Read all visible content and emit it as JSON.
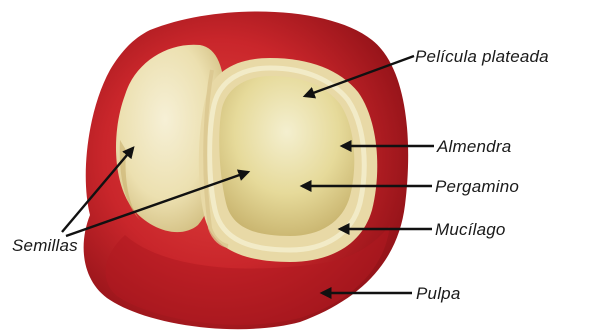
{
  "diagram": {
    "subject": "coffee cherry cross-section",
    "labels": {
      "pelicula": "Película plateada",
      "almendra": "Almendra",
      "pergamino": "Pergamino",
      "mucilago": "Mucílago",
      "pulpa": "Pulpa",
      "semillas": "Semillas"
    },
    "colors": {
      "pulp_red": "#c9262b",
      "pulp_dark": "#8c1016",
      "seed_cream": "#efe6c0",
      "seed_yellow": "#e2d58f",
      "text": "#1a1a1a"
    }
  }
}
